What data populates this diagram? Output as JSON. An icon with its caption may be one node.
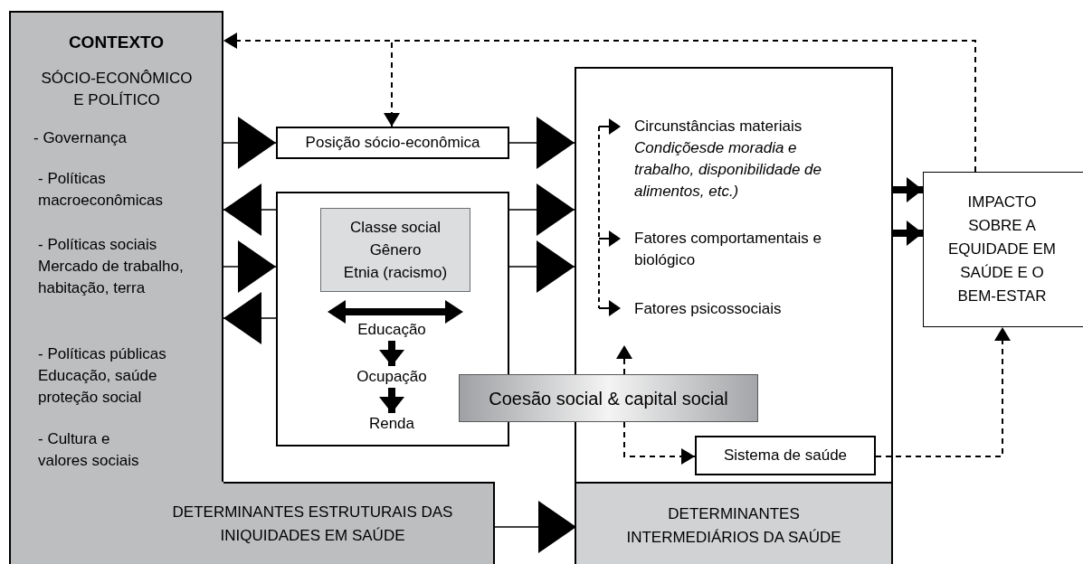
{
  "diagram": {
    "nodes": [
      {
        "text": [
          "CONTEXTO",
          "SÓCIO-ECONÔMICO E POLÍTICO",
          "- Governança",
          "- Políticas macroeconômicas",
          "- Políticas sociais Mercado de trabalho, habitação, terra",
          "- Políticas públicas Educação, saúde proteção social",
          "- Cultura e valores sociais"
        ]
      },
      {
        "text": [
          "DETERMINANTES ESTRUTURAIS DAS INIQUIDADES EM SAÚDE"
        ]
      },
      {
        "text": [
          "Posição sócio-econômica"
        ]
      },
      {
        "text": [],
        "shape": "box"
      },
      {
        "text": [
          "Classe social",
          "Gênero",
          "Etnia (racismo)"
        ],
        "in": 3
      },
      {
        "text": [
          "Educação"
        ],
        "in": 3
      },
      {
        "text": [
          "Ocupação"
        ],
        "in": 3
      },
      {
        "text": [
          "Renda"
        ],
        "in": 3
      },
      {
        "text": [
          "Coesão social & capital social"
        ]
      },
      {
        "text": [],
        "shape": "box"
      },
      {
        "text": [
          "Circunstâncias materiais *Condiçõesde moradia e trabalho, disponibilidade de alimentos, etc.)*",
          "Fatores comportamentais e biológico",
          "Fatores psicossociais"
        ],
        "in": 9
      },
      {
        "text": [
          "Sistema de saúde"
        ],
        "in": 9
      },
      {
        "text": [
          "DETERMINANTES INTERMEDIÁRIOS DA SAÚDE"
        ],
        "in": 9
      },
      {
        "text": [
          "IMPACTO SOBRE A EQUIDADE EM SAÚDE E O BEM-ESTAR"
        ]
      }
    ],
    "edges": [
      {
        "from": 13,
        "to": 0,
        "arrow": "to",
        "style": "dashed"
      },
      {
        "from": 13,
        "to": 2,
        "arrow": "to",
        "style": "dashed"
      },
      {
        "from": 0,
        "to": 2,
        "arrow": "to"
      },
      {
        "from": 3,
        "to": 0,
        "arrow": "to"
      },
      {
        "from": 0,
        "to": 3,
        "arrow": "to"
      },
      {
        "from": 3,
        "to": 0,
        "arrow": "to"
      },
      {
        "from": 2,
        "to": 9,
        "arrow": "to"
      },
      {
        "from": 3,
        "to": 9,
        "arrow": "to"
      },
      {
        "from": 3,
        "to": 9,
        "arrow": "to"
      },
      {
        "from": 1,
        "to": 12,
        "arrow": "to"
      },
      {
        "from": 9,
        "to": 13,
        "arrow": "to",
        "style": "thick"
      },
      {
        "from": 9,
        "to": 13,
        "arrow": "to",
        "style": "thick"
      },
      {
        "from": 5,
        "to": 6,
        "arrow": "to",
        "style": "thick"
      },
      {
        "from": 6,
        "to": 7,
        "arrow": "to",
        "style": "thick"
      },
      {
        "from": 8,
        "to": 10,
        "arrow": "to",
        "style": "dashed"
      },
      {
        "from": 8,
        "to": 11,
        "arrow": "to",
        "style": "dashed"
      },
      {
        "from": 11,
        "to": 13,
        "arrow": "to",
        "style": "dashed"
      }
    ]
  }
}
